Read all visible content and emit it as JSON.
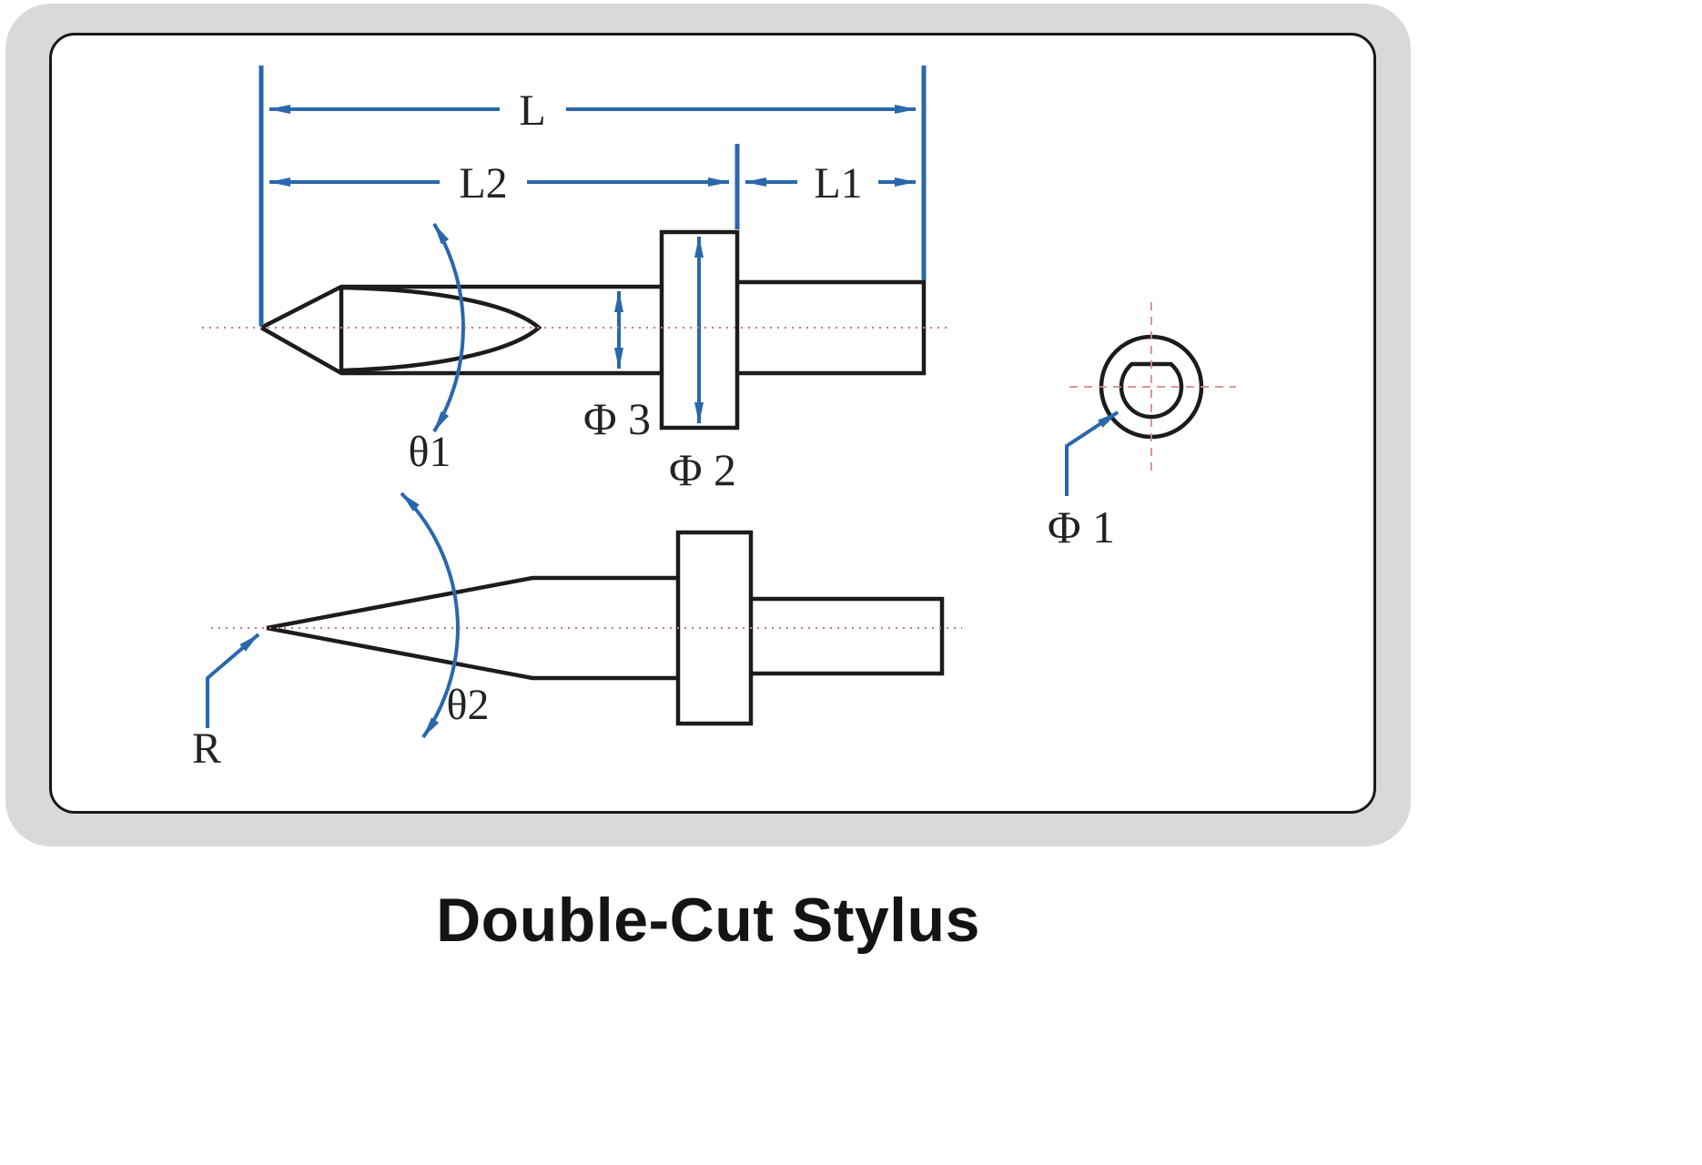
{
  "title": "Double-Cut Stylus",
  "diagram": {
    "dimensions": {
      "overall_length": "L",
      "front_length": "L2",
      "shank_length": "L1",
      "body_diameter": "Φ 3",
      "flange_diameter": "Φ 2",
      "tip_diameter": "Φ 1",
      "cone_angle": "θ1",
      "cut_angle": "θ2",
      "tip_radius": "R"
    },
    "colors": {
      "dimension_blue": "#2a67ad",
      "outline_black": "#1c1c1c",
      "centerline_red": "#cc7777",
      "frame_gray": "#d9d9d9"
    }
  }
}
